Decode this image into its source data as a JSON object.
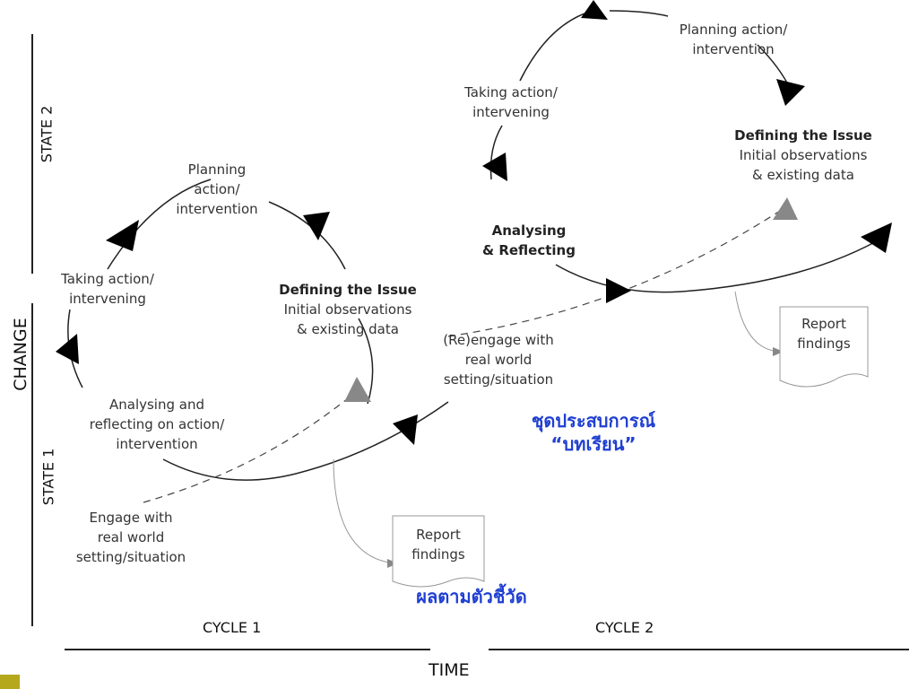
{
  "axes": {
    "vertical_label": "CHANGE",
    "state_1_label": "STATE 1",
    "state_2_label": "STATE 2",
    "horizontal_label": "TIME",
    "cycle_1_label": "CYCLE 1",
    "cycle_2_label": "CYCLE 2"
  },
  "cycle1": {
    "planning": [
      "Planning",
      "action/",
      "intervention"
    ],
    "taking_action": [
      "Taking action/",
      "intervening"
    ],
    "defining_title": "Defining the Issue",
    "defining_lines": [
      "Initial observations",
      "& existing data"
    ],
    "analysing": [
      "Analysing and",
      "reflecting on action/",
      "intervention"
    ],
    "engage": [
      "Engage with",
      "real world",
      "setting/situation"
    ],
    "report": [
      "Report",
      "findings"
    ]
  },
  "cycle2": {
    "planning": [
      "Planning action/",
      "intervention"
    ],
    "taking_action": [
      "Taking action/",
      "intervening"
    ],
    "defining_title": "Defining the Issue",
    "defining_lines": [
      "Initial observations",
      "& existing data"
    ],
    "analysing": [
      "Analysing",
      "& Reflecting"
    ],
    "reengage": [
      "(Re)engage with",
      "real world",
      "setting/situation"
    ],
    "report": [
      "Report",
      "findings"
    ]
  },
  "annotations": {
    "lessons_line1": "ชุดประสบการณ์",
    "lessons_line2": "“บทเรียน”",
    "results": "ผลตามตัวชี้วัด"
  },
  "colors": {
    "line": "#222222",
    "arrow": "#000000",
    "arrow_grey": "#888888",
    "thin_line": "#999999",
    "thai_text": "#1f3fd1",
    "corner_mark": "#b5a81c"
  }
}
